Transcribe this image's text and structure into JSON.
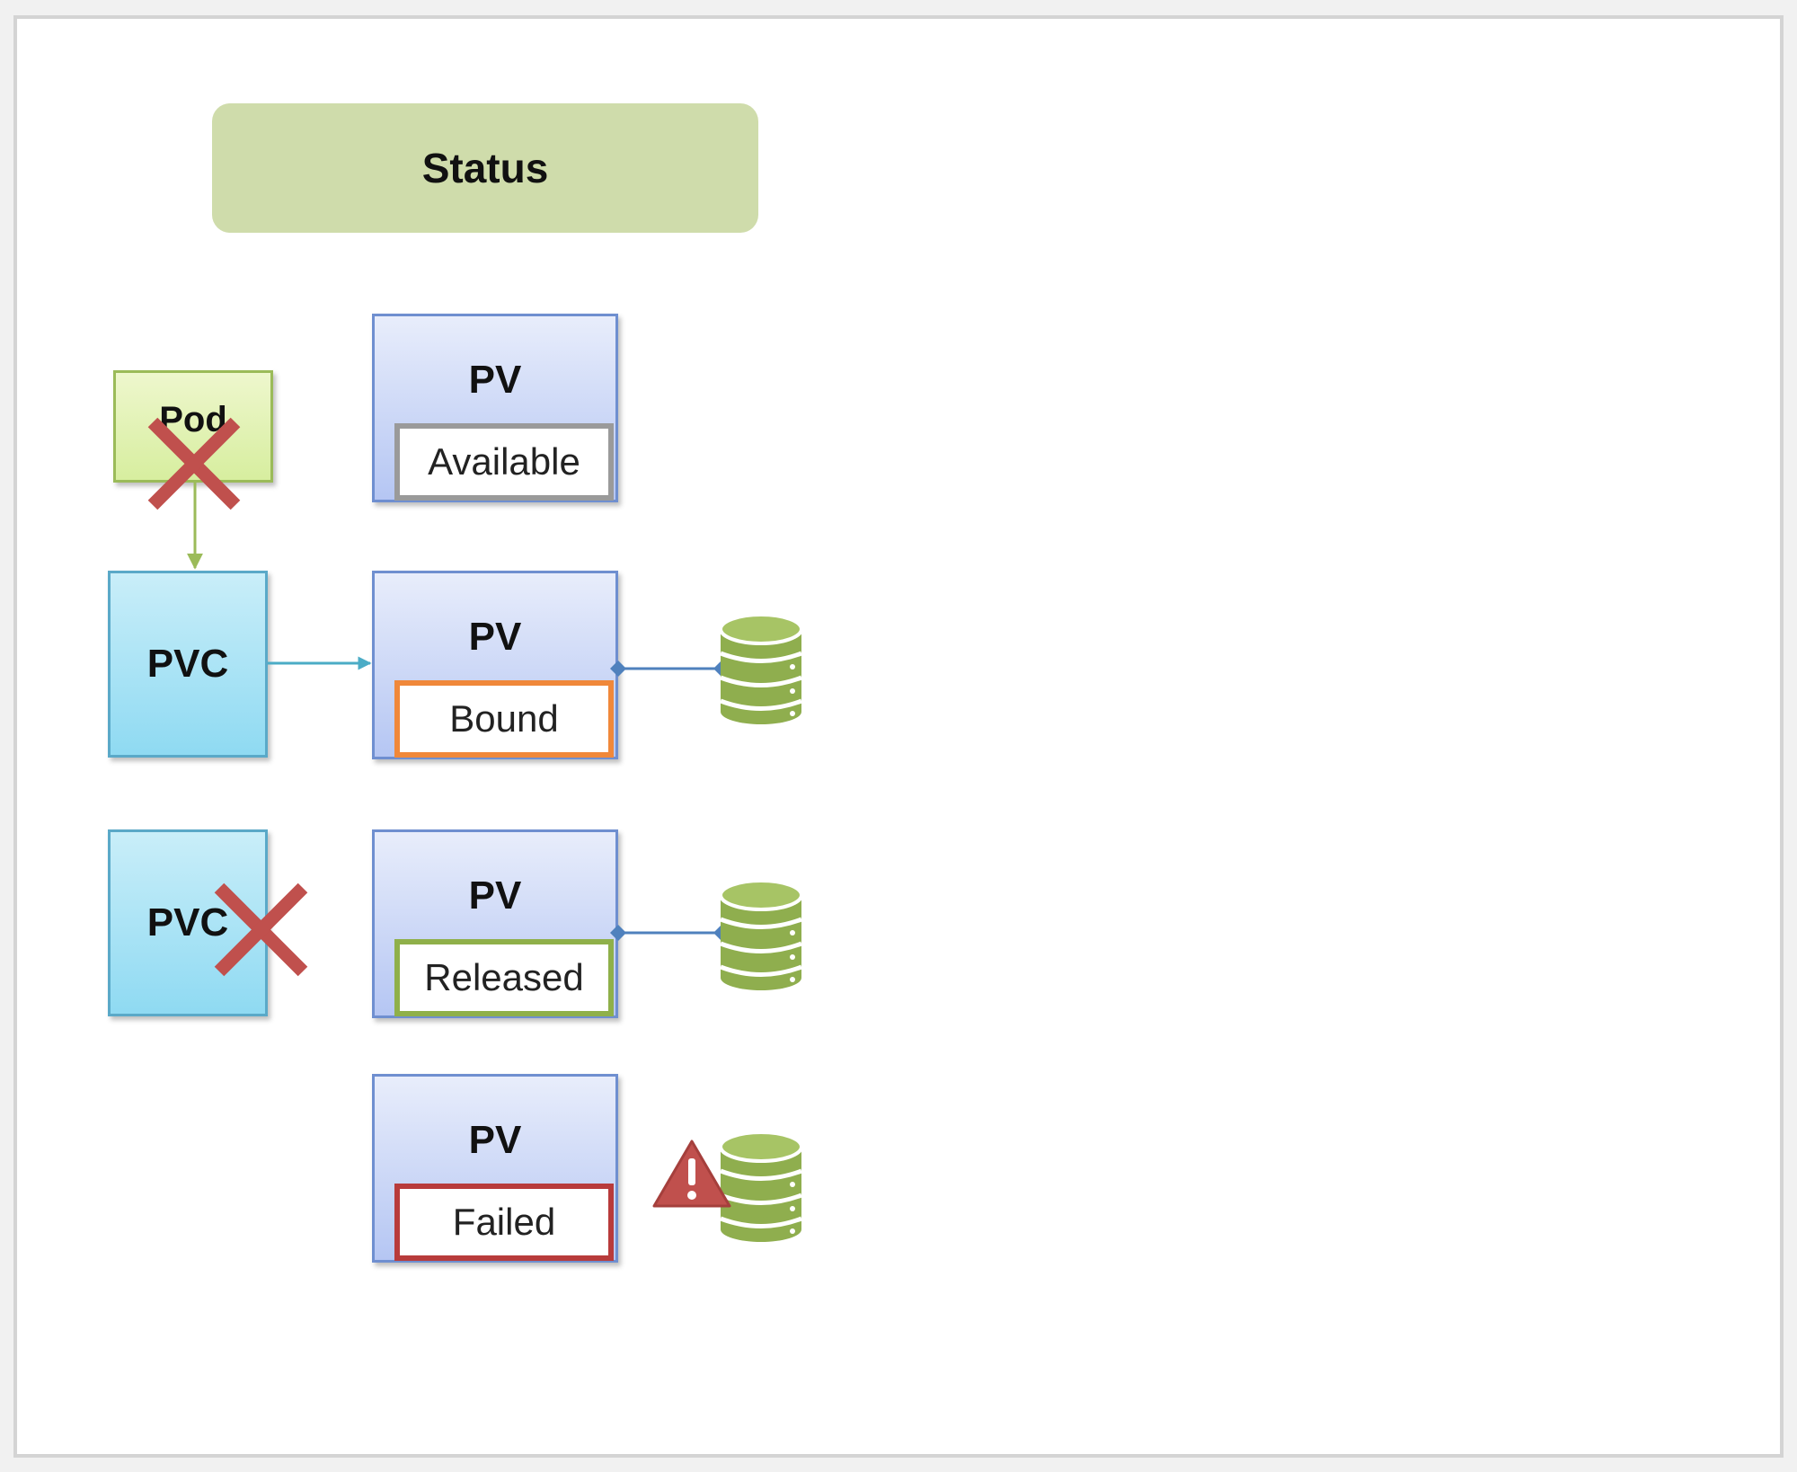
{
  "header": {
    "title": "Status"
  },
  "pod": {
    "label": "Pod"
  },
  "pvcs": [
    {
      "label": "PVC"
    },
    {
      "label": "PVC"
    }
  ],
  "pvs": [
    {
      "title": "PV",
      "status": "Available",
      "status_color": "#9a9a9a"
    },
    {
      "title": "PV",
      "status": "Bound",
      "status_color": "#f0883a"
    },
    {
      "title": "PV",
      "status": "Released",
      "status_color": "#8fb04a"
    },
    {
      "title": "PV",
      "status": "Failed",
      "status_color": "#b83b3b"
    }
  ],
  "icons": {
    "storage": "database-icon",
    "removed": "close-icon",
    "error": "warning-icon"
  },
  "colors": {
    "header_bg": "#cfdcab",
    "pod_border": "#9bbb59",
    "pvc_border": "#5aa9c8",
    "pv_border": "#6f8fd0",
    "x_mark": "#c0504d",
    "database": "#8fae4e"
  }
}
